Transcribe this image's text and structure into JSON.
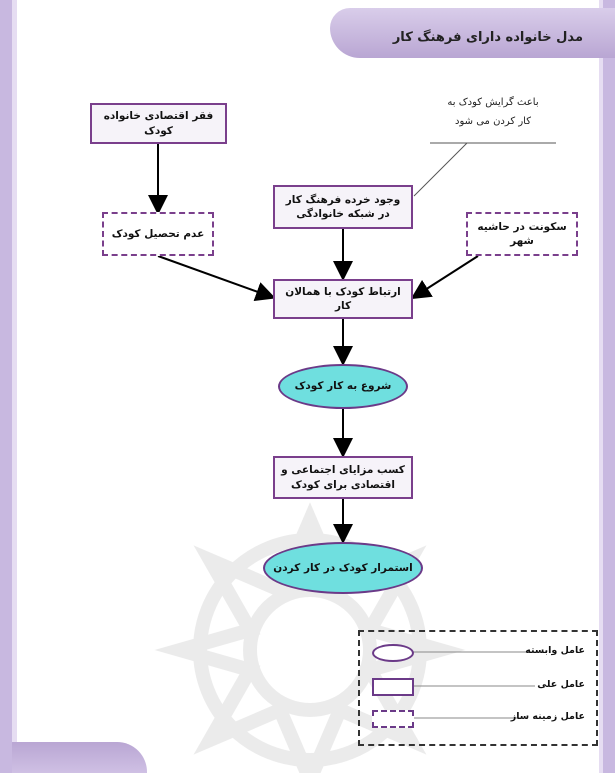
{
  "header": {
    "title": "مدل خانواده دارای فرهنگ کار"
  },
  "diagram": {
    "nodes": {
      "poverty": "فقر اقتصادی خانواده کودک",
      "no_education": "عدم تحصیل کودک",
      "work_subculture": "وجود خرده فرهنگ کار در شبکه خانوادگی",
      "suburb": "سکونت در حاشیه شهر",
      "peer_relation": "ارتباط کودک با همالان کار",
      "start_work": "شروع به کار کودک",
      "benefits": "کسب مزایای اجتماعی و اقتصادی برای کودک",
      "continue_work": "استمرار کودک در کار کردن"
    },
    "note": {
      "line1": "باعث گرایش کودک به",
      "line2": "کار کردن می شود"
    }
  },
  "legend": {
    "dependent": "عامل وابسته",
    "causal": "عامل علی",
    "context": "عامل زمینه ساز"
  }
}
